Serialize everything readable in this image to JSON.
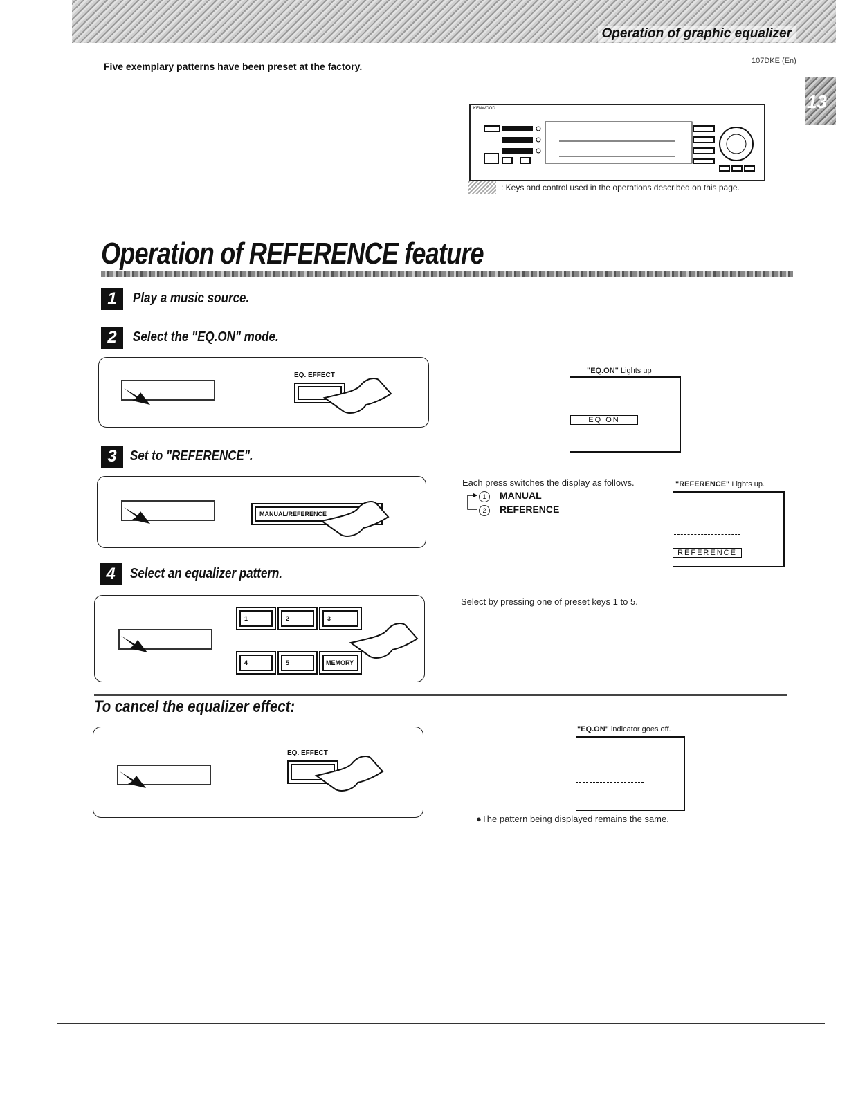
{
  "header": {
    "banner_title": "Operation of graphic equalizer",
    "page_code": "107DKE (En)",
    "page_number": "13"
  },
  "intro": "Five exemplary patterns have been preset at the factory.",
  "panel": {
    "brand": "KENWOOD",
    "legend": "Keys and control used in the operations described on this page."
  },
  "section": {
    "title": "Operation of REFERENCE feature"
  },
  "steps": [
    {
      "number": "1",
      "label": "Play a music source."
    },
    {
      "number": "2",
      "label": "Select the \"EQ.ON\" mode.",
      "key_label": "EQ. EFFECT",
      "indicator": "\"EQ.ON\"",
      "indicator_note": "Lights up",
      "display_text": "EQ ON"
    },
    {
      "number": "3",
      "label": "Set to \"REFERENCE\".",
      "key_label": "MANUAL/REFERENCE",
      "note": "Each press switches the display as follows.",
      "order": [
        {
          "n": "1",
          "text": "MANUAL"
        },
        {
          "n": "2",
          "text": "REFERENCE"
        }
      ],
      "indicator": "\"REFERENCE\"",
      "indicator_note": "Lights up.",
      "display_text": "REFERENCE"
    },
    {
      "number": "4",
      "label": "Select an equalizer pattern.",
      "keys": [
        "1",
        "2",
        "3",
        "4",
        "5",
        "MEMORY"
      ],
      "note": "Select by pressing one of preset keys 1 to 5."
    }
  ],
  "cancel": {
    "title": "To cancel the equalizer effect:",
    "key_label": "EQ. EFFECT",
    "indicator": "\"EQ.ON\"",
    "indicator_note": "indicator goes off.",
    "remark": "●The pattern being displayed remains the same."
  }
}
